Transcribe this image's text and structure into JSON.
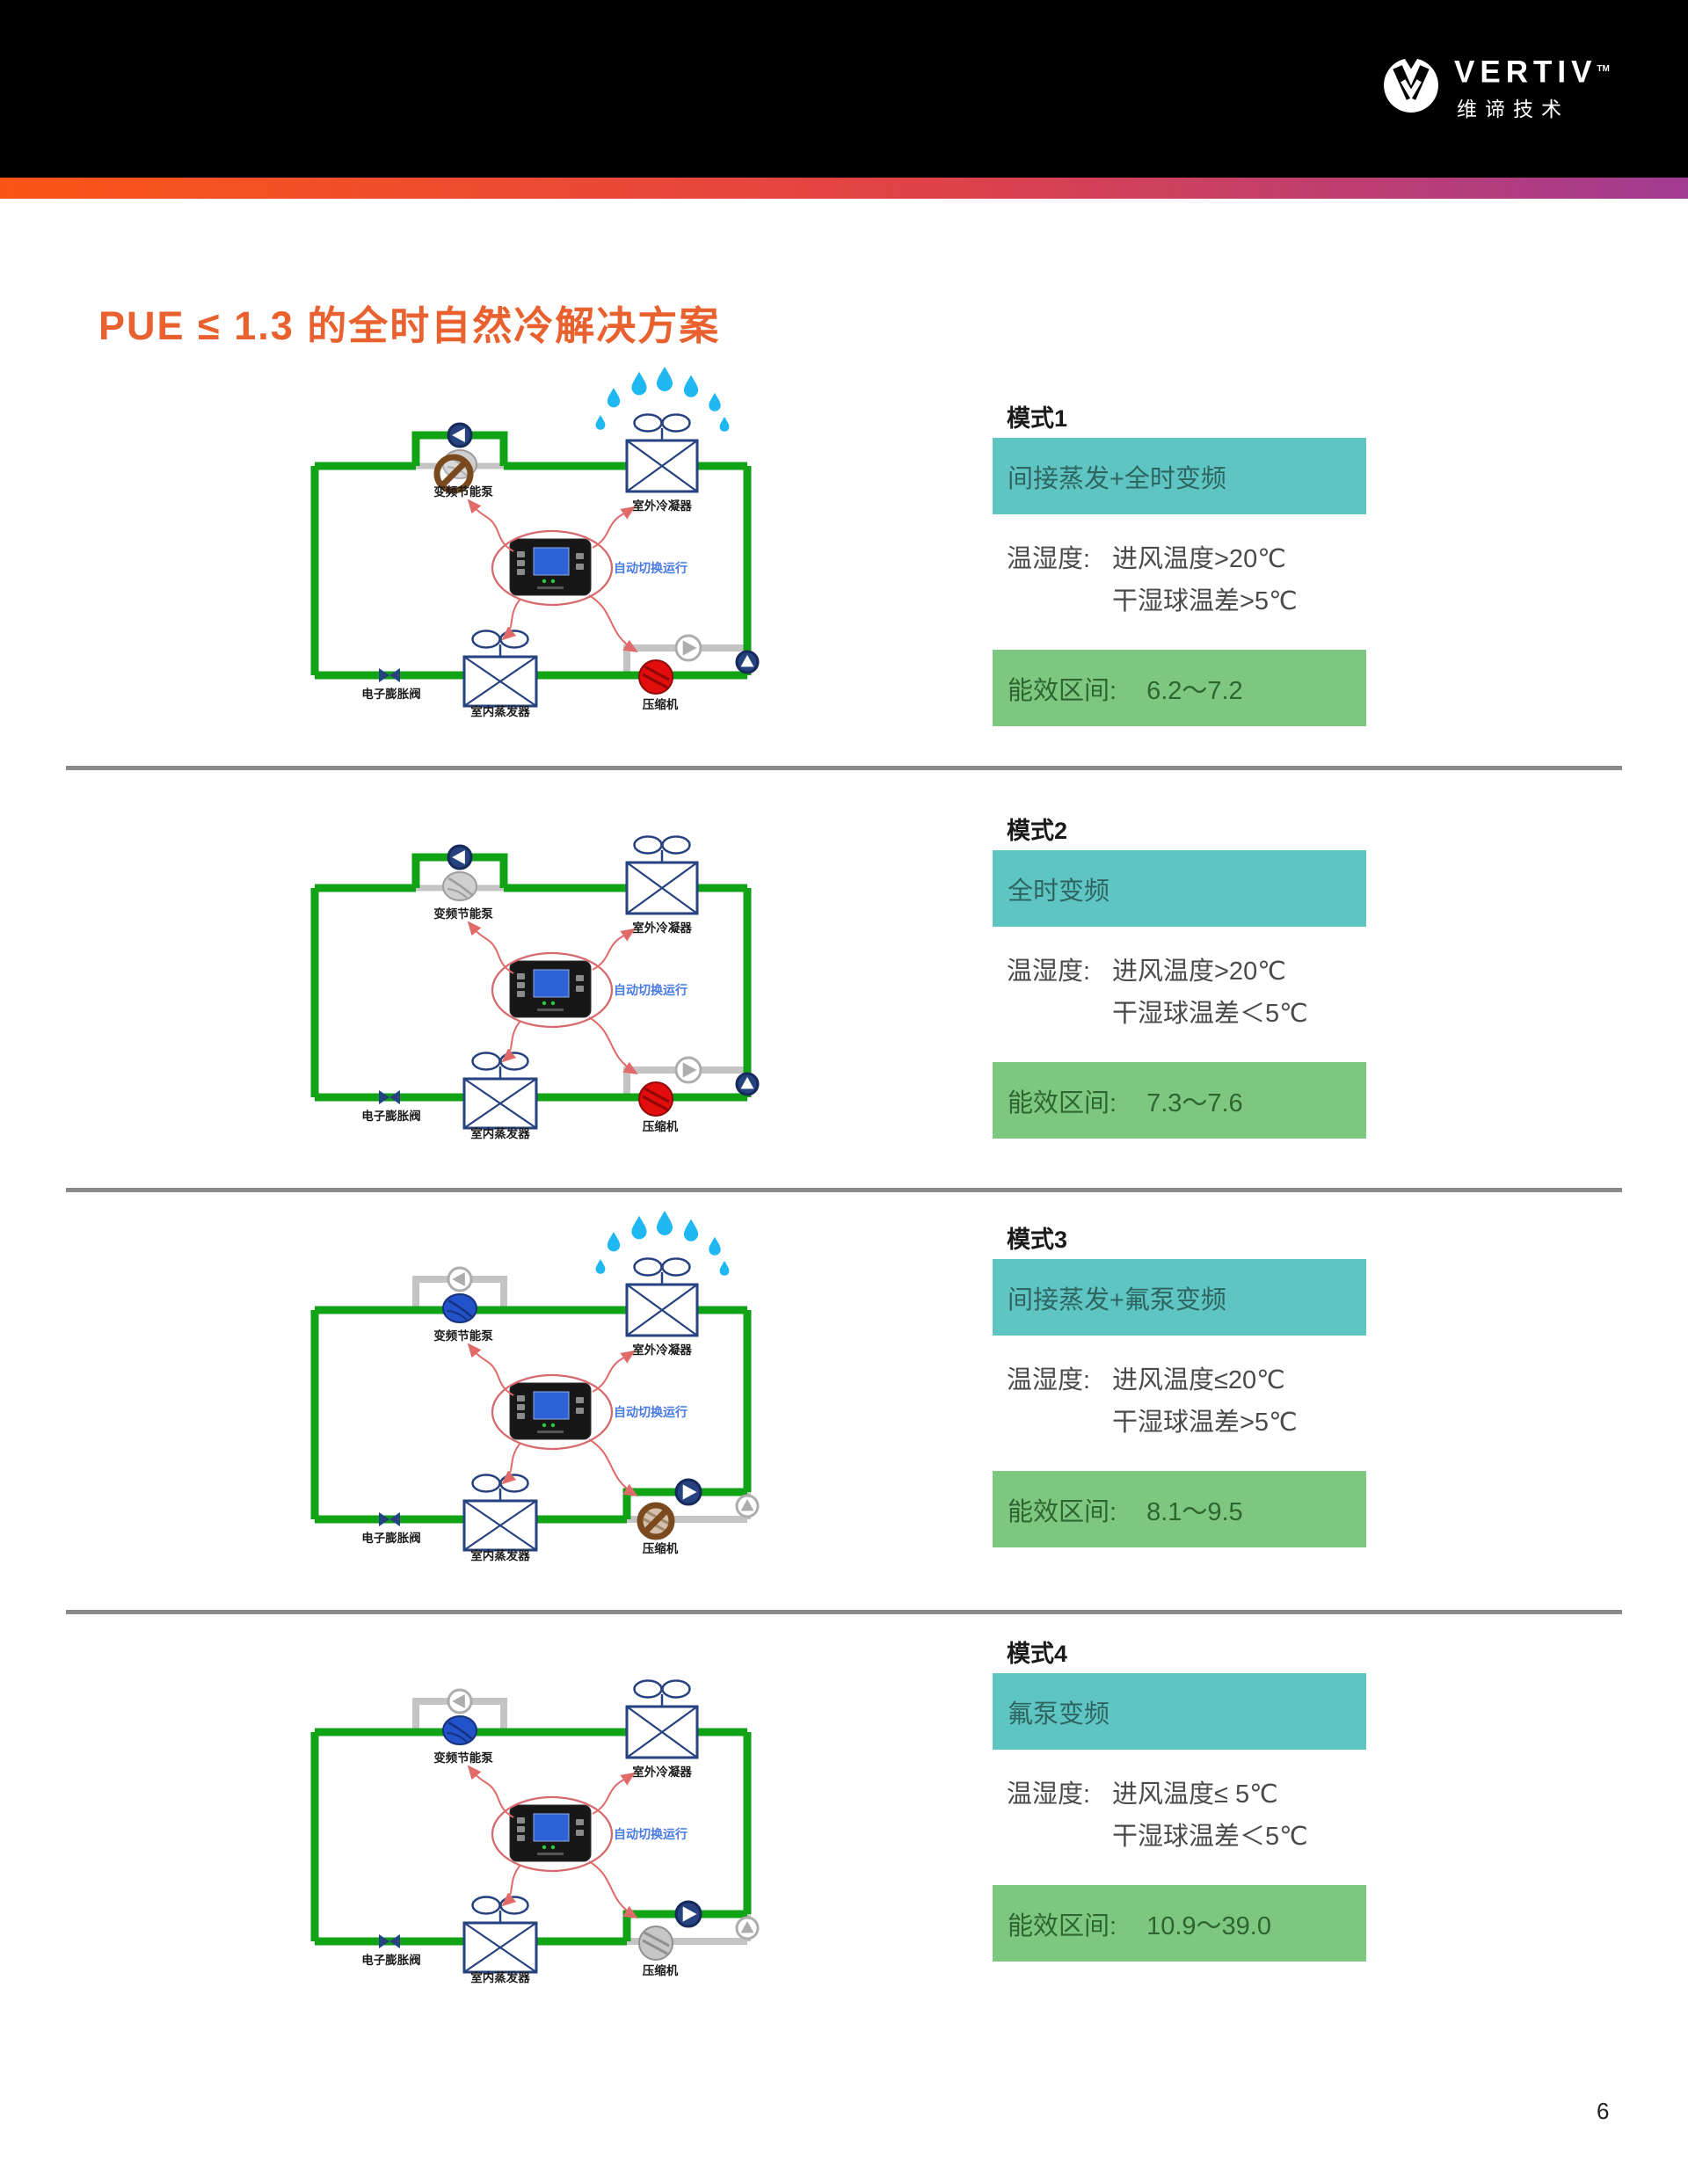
{
  "header": {
    "brand": "VERTIV",
    "trademark": "TM",
    "brand_cn": "维谛技术"
  },
  "page": {
    "title": "PUE ≤ 1.3 的全时自然冷解决方案",
    "page_number": "6"
  },
  "colors": {
    "header_black": "#000000",
    "accent_orange": "#E8612E",
    "gradient_left": "#FB5516",
    "gradient_mid": "#E04247",
    "gradient_right": "#A23B92",
    "teal_box": "#5FC5C3",
    "teal_text": "#2E6560",
    "green_box": "#7EC781",
    "green_text": "#2E6630",
    "pipe_active": "#0FA315",
    "pipe_idle": "#C4C4C4",
    "navy": "#26427F",
    "compressor_red": "#E30D0D",
    "pump_blue": "#2353C8",
    "prohibited_brown": "#7A4A1E",
    "water_drop": "#1FB8F2",
    "divider_gray": "#8A8A8A",
    "note_blue": "#4A7BE0"
  },
  "diagram_labels": {
    "energy_pump": "变频节能泵",
    "outdoor_condenser": "室外冷凝器",
    "electronic_expansion_valve": "电子膨胀阀",
    "indoor_evaporator": "室内蒸发器",
    "compressor": "压缩机",
    "controller_note": "自动切换运行"
  },
  "modes": [
    {
      "name": "模式1",
      "method": "间接蒸发+全时变频",
      "condition_label": "温湿度:",
      "condition_line1": "进风温度>20℃",
      "condition_line2": "干湿球温差>5℃",
      "efficiency_label": "能效区间:",
      "efficiency_range": "6.2～7.2",
      "diagram": {
        "water_drops": true,
        "energy_pump": "off-prohibited",
        "compressor": "on"
      }
    },
    {
      "name": "模式2",
      "method": "全时变频",
      "condition_label": "温湿度:",
      "condition_line1": "进风温度>20℃",
      "condition_line2": "干湿球温差＜5℃",
      "efficiency_label": "能效区间:",
      "efficiency_range": "7.3～7.6",
      "diagram": {
        "water_drops": false,
        "energy_pump": "off",
        "compressor": "on"
      }
    },
    {
      "name": "模式3",
      "method": "间接蒸发+氟泵变频",
      "condition_label": "温湿度:",
      "condition_line1": "进风温度≤20℃",
      "condition_line2": "干湿球温差>5℃",
      "efficiency_label": "能效区间:",
      "efficiency_range": "8.1～9.5",
      "diagram": {
        "water_drops": true,
        "energy_pump": "on",
        "compressor": "off-prohibited"
      }
    },
    {
      "name": "模式4",
      "method": "氟泵变频",
      "condition_label": "温湿度:",
      "condition_line1": "进风温度≤ 5℃",
      "condition_line2": "干湿球温差＜5℃",
      "efficiency_label": "能效区间:",
      "efficiency_range": "10.9～39.0",
      "diagram": {
        "water_drops": false,
        "energy_pump": "on",
        "compressor": "off"
      }
    }
  ]
}
